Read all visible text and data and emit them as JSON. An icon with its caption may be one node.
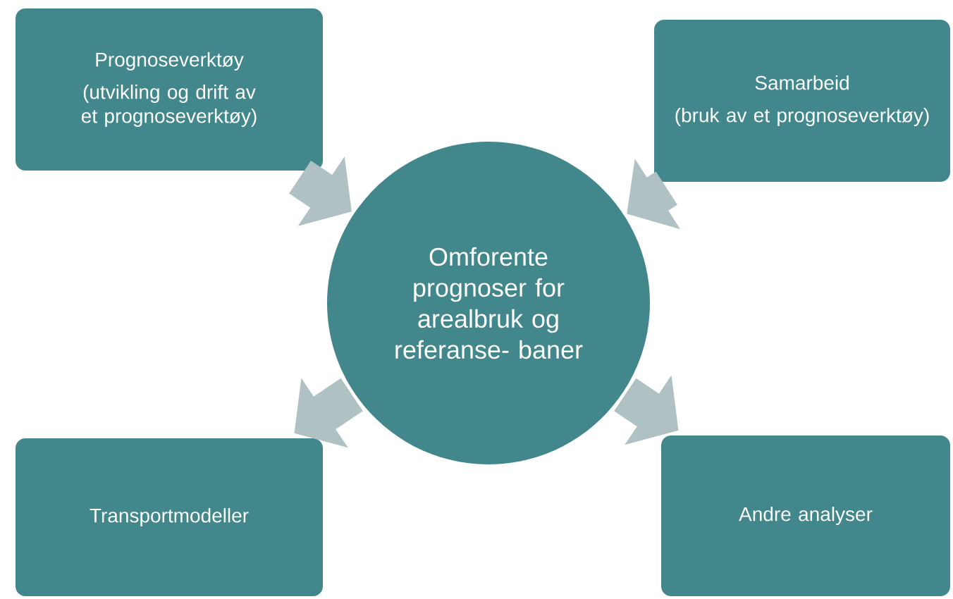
{
  "diagram": {
    "nodes": [
      {
        "text": [
          "Prognoseverktøy",
          "(utvikling og drift av et prognoseverktøy)"
        ]
      },
      {
        "text": [
          "Samarbeid",
          "(bruk av et prognoseverktøy)"
        ]
      },
      {
        "text": [
          "Omforente prognoser for arealbruk og referanse- baner"
        ]
      },
      {
        "text": [
          "Transportmodeller"
        ]
      },
      {
        "text": [
          "Andre analyser"
        ]
      }
    ],
    "edges": [
      {
        "from": 0,
        "to": 2,
        "arrow": "to"
      },
      {
        "from": 1,
        "to": 2,
        "arrow": "to"
      },
      {
        "from": 2,
        "to": 3,
        "arrow": "to"
      },
      {
        "from": 2,
        "to": 4,
        "arrow": "to"
      }
    ]
  }
}
